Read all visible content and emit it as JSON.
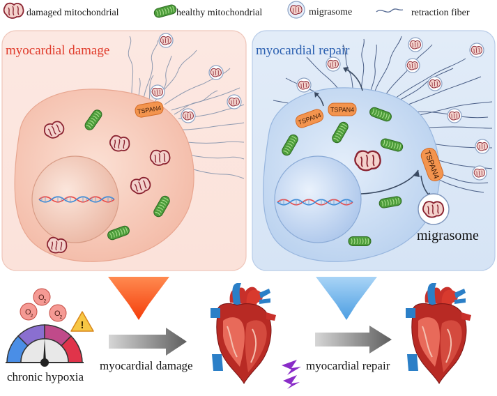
{
  "legend": {
    "damaged": "damaged mitochondrial",
    "healthy": "healthy mitochondrial",
    "migrasome": "migrasome",
    "fiber": "retraction fiber"
  },
  "left_panel": {
    "title": "myocardial damage",
    "protein": "TSPAN4"
  },
  "right_panel": {
    "title": "myocardial repair",
    "protein": "TSPAN4",
    "migrasome_label": "migrasome"
  },
  "bottom": {
    "hypoxia_label": "chronic hypoxia",
    "o2": "O",
    "o2_sub": "2",
    "warning": "!",
    "damage_label": "myocardial damage",
    "repair_label": "myocardial repair"
  },
  "colors": {
    "damage_title": "#e03a2a",
    "repair_title": "#2a5fb0",
    "left_bg": "#fbe4dc",
    "right_bg": "#dde8f6",
    "down_arrow_red": "#fa4a10",
    "down_arrow_blue": "#5aa8e6",
    "grey_arrow": "#6f6f6f"
  }
}
